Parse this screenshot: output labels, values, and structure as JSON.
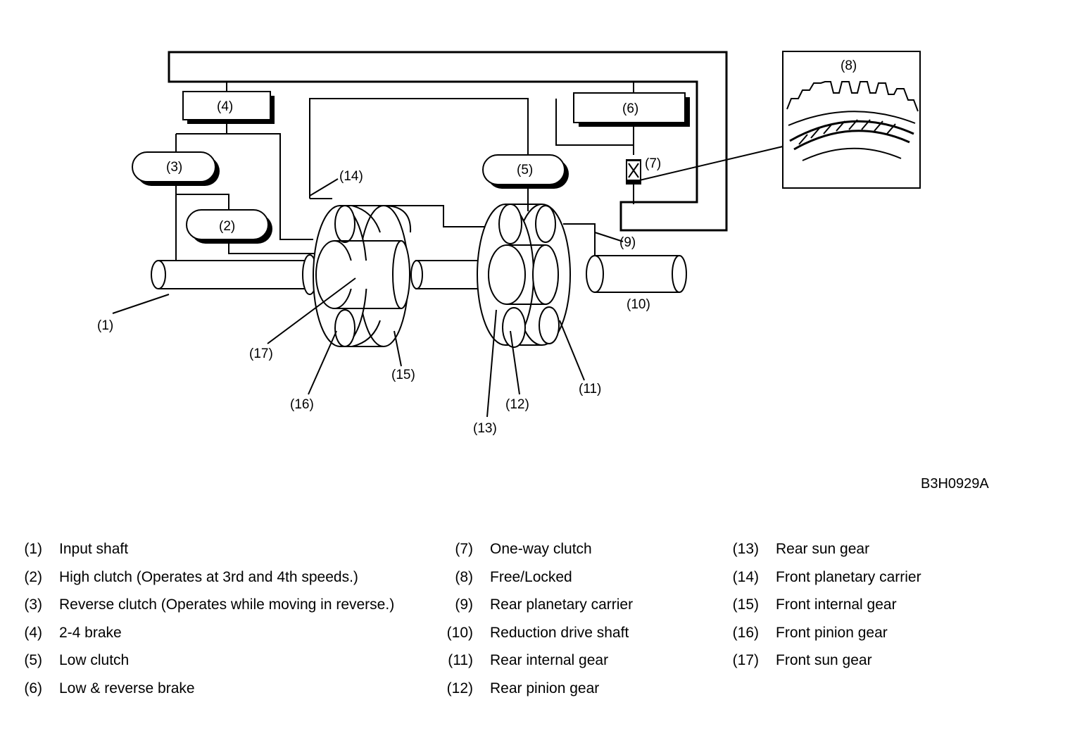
{
  "diagram": {
    "callouts": {
      "c1": "(1)",
      "c2": "(2)",
      "c3": "(3)",
      "c4": "(4)",
      "c5": "(5)",
      "c6": "(6)",
      "c7": "(7)",
      "c8": "(8)",
      "c9": "(9)",
      "c10": "(10)",
      "c11": "(11)",
      "c12": "(12)",
      "c13": "(13)",
      "c14": "(14)",
      "c15": "(15)",
      "c16": "(16)",
      "c17": "(17)"
    },
    "code": "B3H0929A"
  },
  "legend": {
    "col1": [
      {
        "num": "(1)",
        "label": "Input shaft"
      },
      {
        "num": "(2)",
        "label": "High clutch (Operates at 3rd and 4th speeds.)"
      },
      {
        "num": "(3)",
        "label": "Reverse clutch (Operates while moving in reverse.)"
      },
      {
        "num": "(4)",
        "label": "2-4 brake"
      },
      {
        "num": "(5)",
        "label": "Low clutch"
      },
      {
        "num": "(6)",
        "label": "Low & reverse brake"
      }
    ],
    "col2": [
      {
        "num": "(7)",
        "label": "One-way clutch"
      },
      {
        "num": "(8)",
        "label": "Free/Locked"
      },
      {
        "num": "(9)",
        "label": "Rear planetary carrier"
      },
      {
        "num": "(10)",
        "label": "Reduction drive shaft"
      },
      {
        "num": "(11)",
        "label": "Rear internal gear"
      },
      {
        "num": "(12)",
        "label": "Rear pinion gear"
      }
    ],
    "col3": [
      {
        "num": "(13)",
        "label": "Rear sun gear"
      },
      {
        "num": "(14)",
        "label": "Front planetary carrier"
      },
      {
        "num": "(15)",
        "label": "Front internal gear"
      },
      {
        "num": "(16)",
        "label": "Front pinion gear"
      },
      {
        "num": "(17)",
        "label": "Front sun gear"
      }
    ]
  }
}
